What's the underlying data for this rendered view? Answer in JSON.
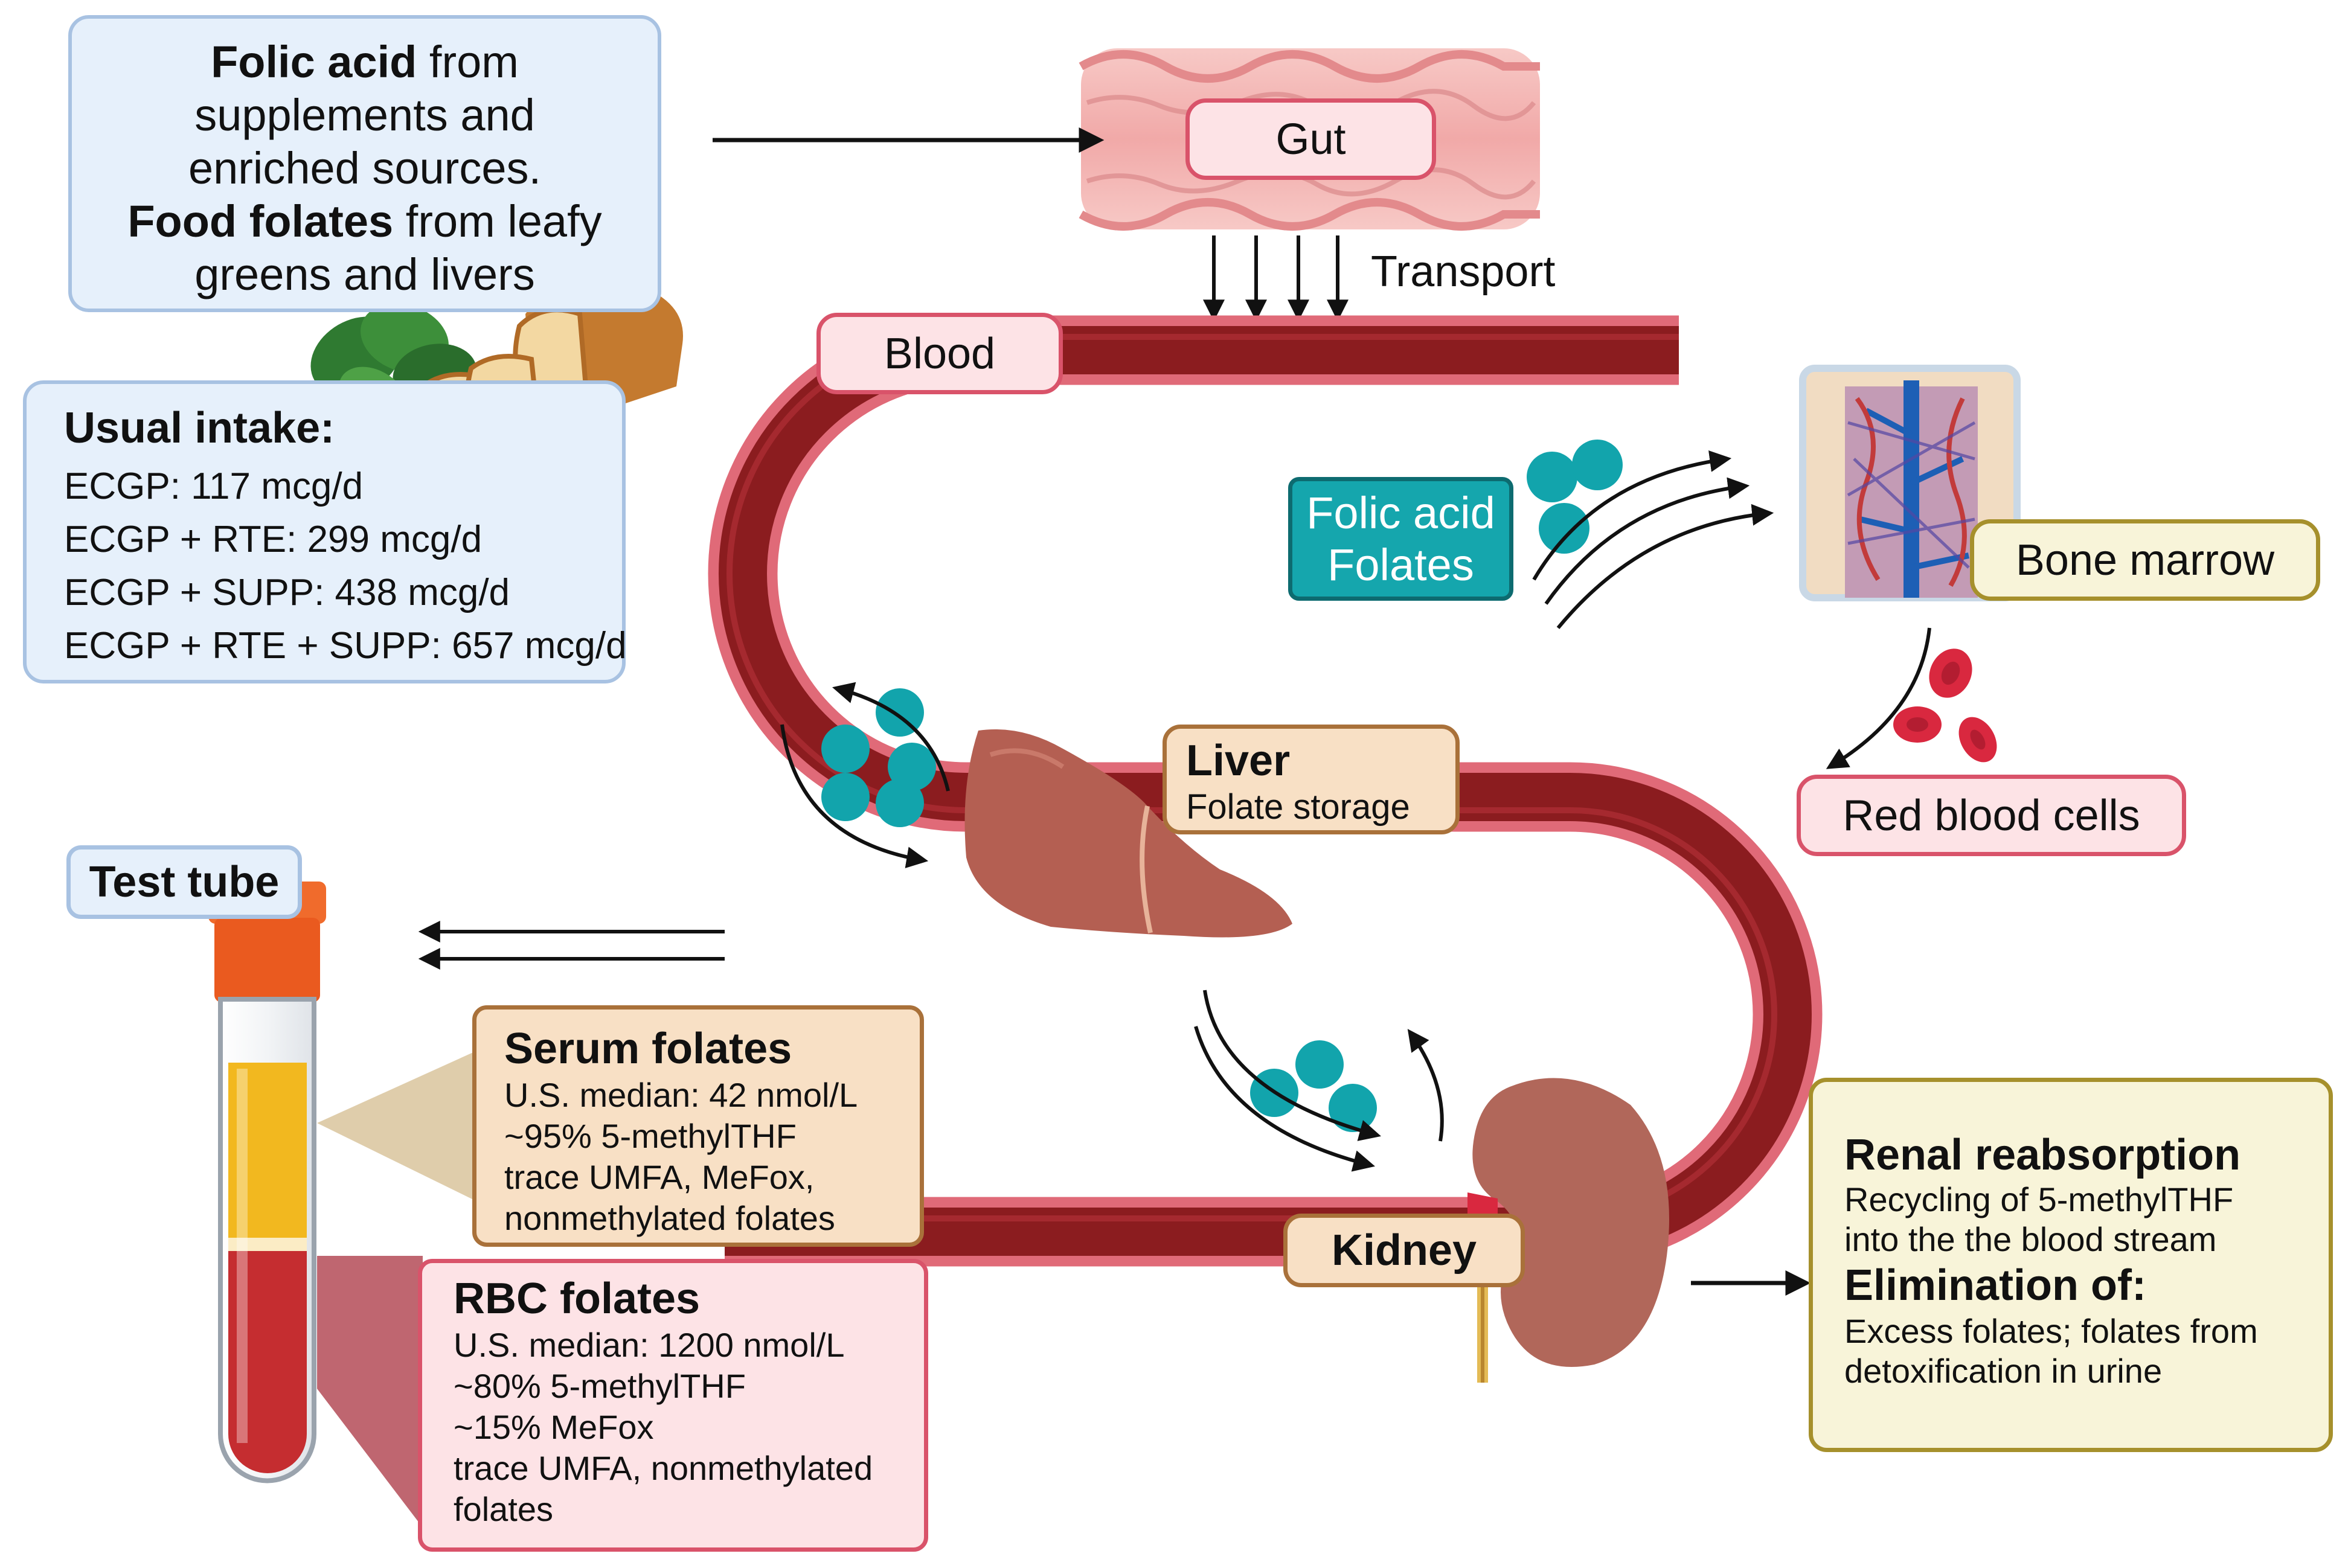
{
  "source_box": {
    "line1_bold": "Folic acid",
    "line1_rest": " from",
    "line2": "supplements and",
    "line3": "enriched sources.",
    "line4_bold": "Food folates",
    "line4_rest": " from leafy",
    "line5": "greens and livers"
  },
  "intake_box": {
    "title": "Usual intake:",
    "rows": [
      "ECGP: 117 mcg/d",
      "ECGP + RTE: 299 mcg/d",
      "ECGP + SUPP: 438 mcg/d",
      "ECGP + RTE + SUPP: 657 mcg/d"
    ]
  },
  "labels": {
    "gut": "Gut",
    "transport": "Transport",
    "blood": "Blood",
    "folic_acid_line1": "Folic acid",
    "folic_acid_line2": "Folates",
    "bone_marrow": "Bone marrow",
    "red_blood_cells": "Red blood cells",
    "liver_title": "Liver",
    "liver_sub": "Folate storage",
    "test_tube": "Test tube",
    "kidney": "Kidney"
  },
  "serum_box": {
    "title": "Serum folates",
    "lines": [
      "U.S. median: 42 nmol/L",
      "~95% 5-methylTHF",
      "trace UMFA, MeFox,",
      "nonmethylated folates"
    ]
  },
  "rbc_box": {
    "title": "RBC folates",
    "lines": [
      "U.S. median: 1200 nmol/L",
      "~80% 5-methylTHF",
      "~15% MeFox",
      "trace UMFA, nonmethylated",
      "folates"
    ]
  },
  "renal_box": {
    "title1": "Renal reabsorption",
    "lines1": [
      "Recycling of 5-methylTHF",
      "into the the blood stream"
    ],
    "title2": "Elimination of:",
    "lines2": [
      "Excess folates; folates from",
      "detoxification in urine"
    ]
  },
  "colors": {
    "vessel_dark": "#8b1c1f",
    "vessel_light": "#e06a78",
    "folate_teal": "#12a4ac",
    "blue_box_bg": "#e6f0fb",
    "blue_box_border": "#a8c2e2",
    "pink_box_bg": "#fde3e6",
    "pink_box_border": "#d9536a",
    "tan_box_bg": "#f8e0c5",
    "tan_box_border": "#a9713a",
    "yellow_box_bg": "#f8f4d9",
    "yellow_box_border": "#a6902c"
  }
}
